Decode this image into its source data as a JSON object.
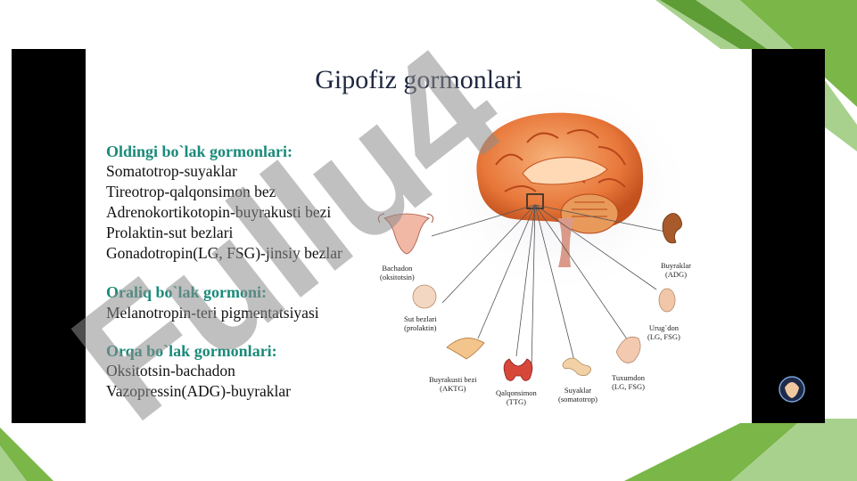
{
  "title": "Gipofiz gormonlari",
  "sections": [
    {
      "heading": "Oldingi bo`lak gormonlari:",
      "items": [
        "Somatotrop-suyaklar",
        "Tireotrop-qalqonsimon bez",
        "Adrenokortikotopin-buyrakusti bezi",
        "Prolaktin-sut bezlari",
        "Gonadotropin(LG, FSG)-jinsiy bezlar"
      ]
    },
    {
      "heading": "Oraliq bo`lak gormoni:",
      "items": [
        "Melanotropin-teri pigmentatsiyasi"
      ]
    },
    {
      "heading": "Orqa bo`lak gormonlari:",
      "items": [
        "Oksitotsin-bachadon",
        "Vazopressin(ADG)-buyraklar"
      ]
    }
  ],
  "organs": {
    "bachadon": [
      "Bachadon",
      "(oksitotsin)"
    ],
    "sut": [
      "Sut bezlari",
      "(prolaktin)"
    ],
    "buyrakusti": [
      "Buyrakusti bezi",
      "(AKTG)"
    ],
    "qalqonsimon": [
      "Qalqonsimon",
      "(TTG)"
    ],
    "suyaklar": [
      "Suyaklar",
      "(somatotrop)"
    ],
    "tuxumdon": [
      "Tuxumdon",
      "(LG, FSG)"
    ],
    "urugdon": [
      "Urug`don",
      "(LG, FSG)"
    ],
    "buyraklar": [
      "Buyraklar",
      "(ADG)"
    ]
  },
  "watermark": "Fullu4",
  "colors": {
    "section": "#1a8a7a",
    "title": "#1f2740",
    "green_decor": "#7ab648"
  }
}
